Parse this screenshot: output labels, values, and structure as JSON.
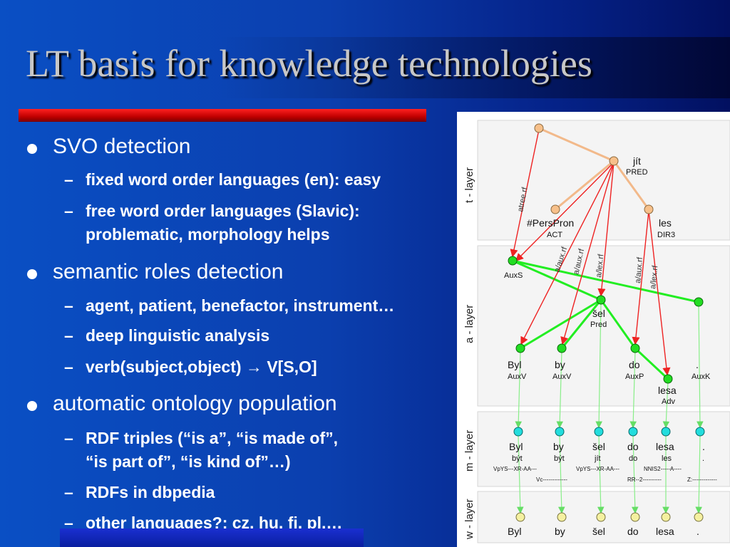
{
  "slide": {
    "title": "LT basis for knowledge technologies",
    "bullets": [
      {
        "text": "SVO detection",
        "sub": [
          "fixed word order languages (en): easy",
          "free word order languages (Slavic):",
          "problematic, morphology helps"
        ]
      },
      {
        "text": "semantic roles detection",
        "sub": [
          "agent, patient, benefactor, instrument…",
          "deep linguistic analysis",
          "verb(subject,object) → V[S,O]"
        ]
      },
      {
        "text": "automatic ontology population",
        "sub": [
          "RDF triples (“is a”, “is made of”,",
          "“is part of”, “is kind of”…)",
          "RDFs in dbpedia",
          "other languages?: cz, hu, fi, pl,…"
        ]
      }
    ]
  },
  "figure": {
    "layers": [
      "t - layer",
      "a - layer",
      "m - layer",
      "w - layer"
    ],
    "t_nodes": {
      "jit": {
        "word": "jít",
        "tag": "PRED"
      },
      "perspron": {
        "word": "#PersPron",
        "tag": "ACT"
      },
      "les": {
        "word": "les",
        "tag": "DIR3"
      }
    },
    "edge_labels": [
      "atree.rf",
      "a/aux.rf",
      "a/aux.rf",
      "a/lex.rf",
      "a/aux.rf",
      "a/lex.rf"
    ],
    "a_nodes": {
      "auxs": "AuxS",
      "sel": {
        "word": "šel",
        "tag": "Pred"
      },
      "byl": {
        "word": "Byl",
        "tag": "AuxV"
      },
      "by": {
        "word": "by",
        "tag": "AuxV"
      },
      "do": {
        "word": "do",
        "tag": "AuxP"
      },
      "lesa": {
        "word": "lesa",
        "tag": "Adv"
      },
      "dot": {
        "word": ".",
        "tag": "AuxK"
      }
    },
    "m_words": [
      "Byl",
      "by",
      "šel",
      "do",
      "lesa",
      "."
    ],
    "m_lemmas": [
      "být",
      "být",
      "jít",
      "do",
      "les",
      "."
    ],
    "m_tags_row1": [
      "VpYS---XR-AA---",
      "VpYS---XR-AA---",
      "NNIS2-----A----"
    ],
    "m_tags_row2": [
      "Vc-------------",
      "RR--2----------",
      "Z:-------------"
    ],
    "w_words": [
      "Byl",
      "by",
      "šel",
      "do",
      "lesa",
      "."
    ],
    "colors": {
      "t_node": "#f7c08a",
      "t_edge": "#f2b98a",
      "a_node": "#22dd22",
      "a_edge": "#22ee22",
      "m_node": "#22dddd",
      "w_node": "#f5f0a0",
      "ref_arrow": "#ee2222",
      "green_arrow": "#88ee88"
    }
  }
}
